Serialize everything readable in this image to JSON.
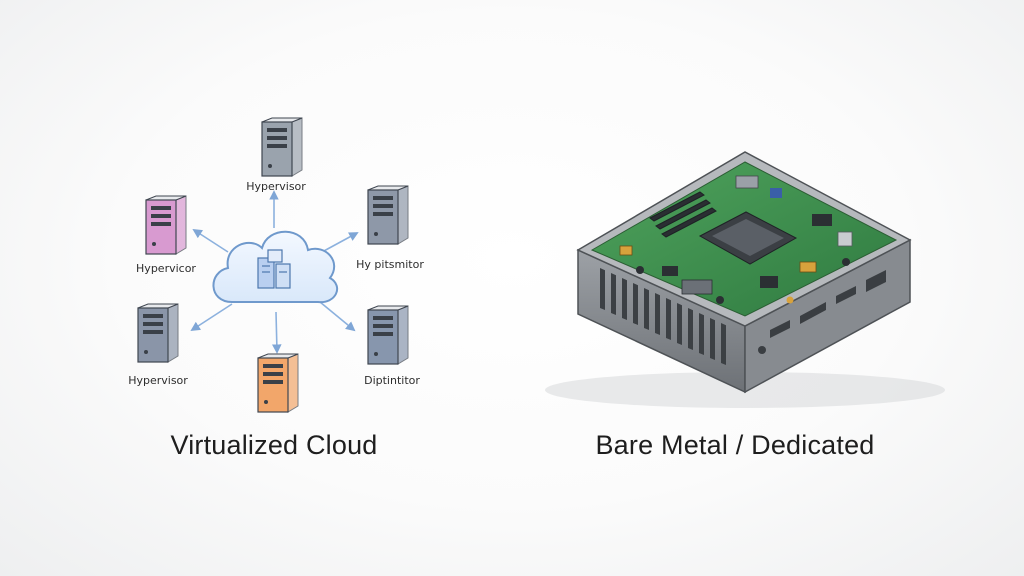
{
  "left_panel": {
    "caption": "Virtualized Cloud",
    "nodes": [
      {
        "label": "Hypervisor",
        "color": "#9aa3ad"
      },
      {
        "label": "Hy pitsmitor",
        "color": "#8e98a8"
      },
      {
        "label": "Diptintitor",
        "color": "#8796ad"
      },
      {
        "label": "",
        "color": "#f2a66a"
      },
      {
        "label": "Hypervisor",
        "color": "#8a95a8"
      },
      {
        "label": "Hypervicor",
        "color": "#d89ad0"
      }
    ],
    "cloud_icon": "cloud-icon",
    "server_icon": "server-tower-icon",
    "cloud_color": "#7fa6d6"
  },
  "right_panel": {
    "caption": "Bare Metal / Dedicated",
    "chassis_icon": "server-chassis-icon",
    "board_color": "#3f8f4e",
    "chassis_color": "#8d9196"
  }
}
